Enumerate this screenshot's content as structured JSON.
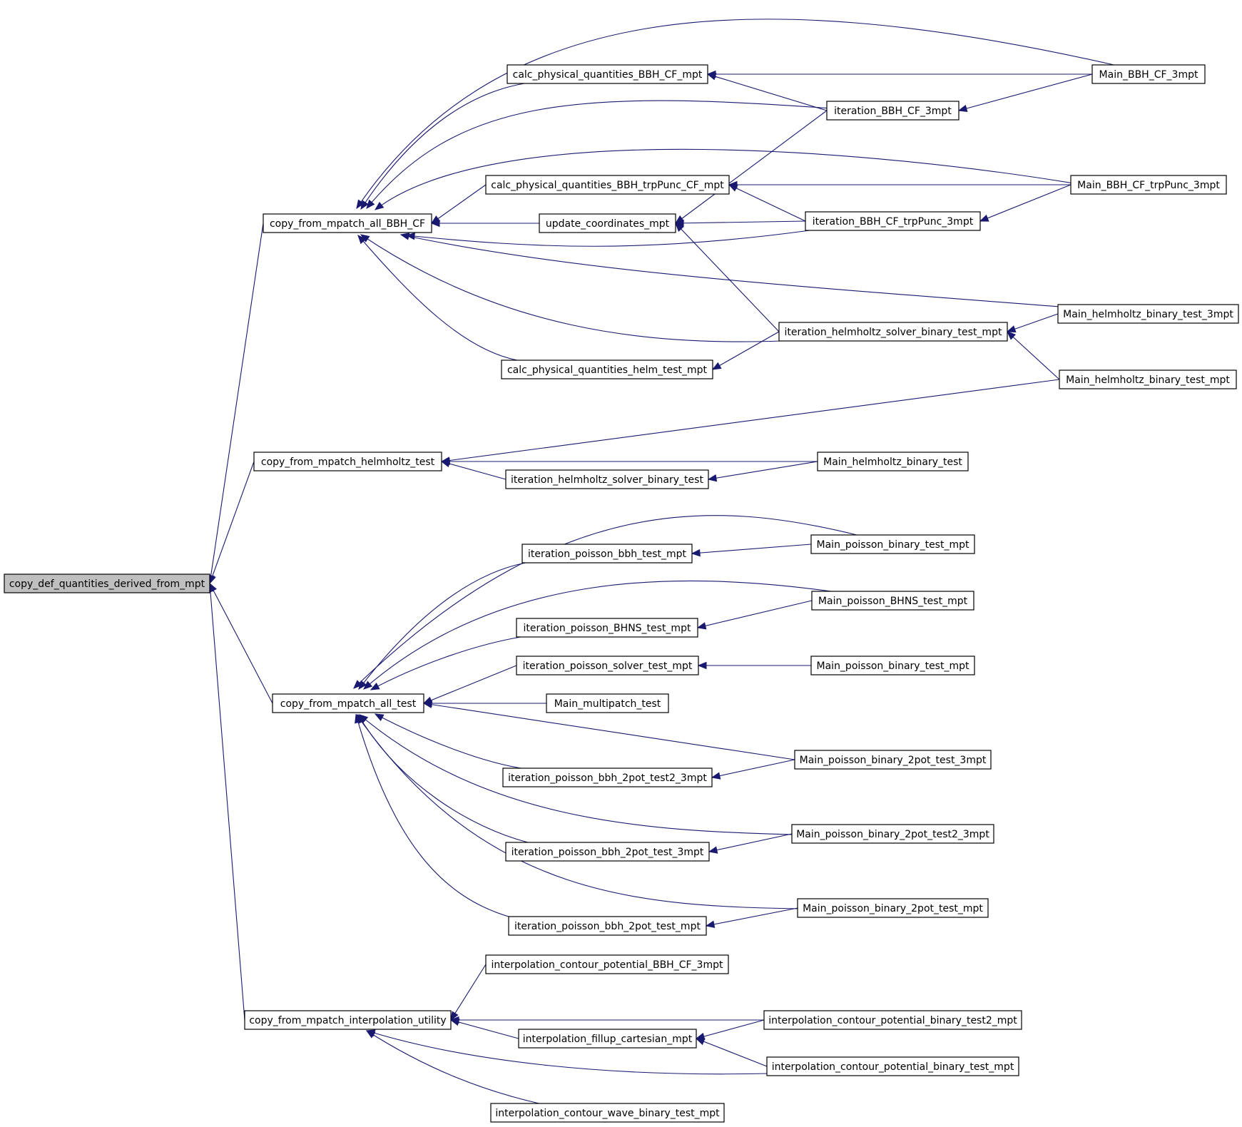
{
  "graph": {
    "colors": {
      "edge": "#191970",
      "root_fill": "#bfbfbf",
      "node_fill": "#ffffff",
      "node_border": "#000000"
    },
    "root": "copy_def_quantities_derived_from_mpt",
    "nodes": [
      {
        "id": "copy_def",
        "label": "copy_def_quantities_derived_from_mpt",
        "root": true
      },
      {
        "id": "cfm_all_bbh",
        "label": "copy_from_mpatch_all_BBH_CF"
      },
      {
        "id": "cfm_helm",
        "label": "copy_from_mpatch_helmholtz_test"
      },
      {
        "id": "cfm_all_test",
        "label": "copy_from_mpatch_all_test"
      },
      {
        "id": "cfm_interp",
        "label": "copy_from_mpatch_interpolation_utility"
      },
      {
        "id": "calc_bbh_cf",
        "label": "calc_physical_quantities_BBH_CF_mpt"
      },
      {
        "id": "calc_bbh_trp",
        "label": "calc_physical_quantities_BBH_trpPunc_CF_mpt"
      },
      {
        "id": "update_coords",
        "label": "update_coordinates_mpt"
      },
      {
        "id": "calc_helm",
        "label": "calc_physical_quantities_helm_test_mpt"
      },
      {
        "id": "iter_bbh_cf",
        "label": "iteration_BBH_CF_3mpt"
      },
      {
        "id": "iter_bbh_trp",
        "label": "iteration_BBH_CF_trpPunc_3mpt"
      },
      {
        "id": "iter_helm_mpt",
        "label": "iteration_helmholtz_solver_binary_test_mpt"
      },
      {
        "id": "main_bbh_cf",
        "label": "Main_BBH_CF_3mpt"
      },
      {
        "id": "main_bbh_trp",
        "label": "Main_BBH_CF_trpPunc_3mpt"
      },
      {
        "id": "main_helm_3mpt",
        "label": "Main_helmholtz_binary_test_3mpt"
      },
      {
        "id": "main_helm_mpt",
        "label": "Main_helmholtz_binary_test_mpt"
      },
      {
        "id": "iter_helm",
        "label": "iteration_helmholtz_solver_binary_test"
      },
      {
        "id": "main_helm",
        "label": "Main_helmholtz_binary_test"
      },
      {
        "id": "iter_pois_bbh",
        "label": "iteration_poisson_bbh_test_mpt"
      },
      {
        "id": "iter_pois_bhns",
        "label": "iteration_poisson_BHNS_test_mpt"
      },
      {
        "id": "iter_pois_solver",
        "label": "iteration_poisson_solver_test_mpt"
      },
      {
        "id": "main_multipatch",
        "label": "Main_multipatch_test"
      },
      {
        "id": "iter_pois_2pot2",
        "label": "iteration_poisson_bbh_2pot_test2_3mpt"
      },
      {
        "id": "iter_pois_2pot3",
        "label": "iteration_poisson_bbh_2pot_test_3mpt"
      },
      {
        "id": "iter_pois_2pot",
        "label": "iteration_poisson_bbh_2pot_test_mpt"
      },
      {
        "id": "main_pois_bin_a",
        "label": "Main_poisson_binary_test_mpt"
      },
      {
        "id": "main_pois_bhns",
        "label": "Main_poisson_BHNS_test_mpt"
      },
      {
        "id": "main_pois_bin_b",
        "label": "Main_poisson_binary_test_mpt"
      },
      {
        "id": "main_pois_2pot3",
        "label": "Main_poisson_binary_2pot_test_3mpt"
      },
      {
        "id": "main_pois_2pot2_3",
        "label": "Main_poisson_binary_2pot_test2_3mpt"
      },
      {
        "id": "main_pois_2pot",
        "label": "Main_poisson_binary_2pot_test_mpt"
      },
      {
        "id": "interp_contour_bbh",
        "label": "interpolation_contour_potential_BBH_CF_3mpt"
      },
      {
        "id": "interp_fillup",
        "label": "interpolation_fillup_cartesian_mpt"
      },
      {
        "id": "interp_wave",
        "label": "interpolation_contour_wave_binary_test_mpt"
      },
      {
        "id": "interp_contour_t2",
        "label": "interpolation_contour_potential_binary_test2_mpt"
      },
      {
        "id": "interp_contour_t",
        "label": "interpolation_contour_potential_binary_test_mpt"
      }
    ],
    "edges": [
      {
        "from": "cfm_all_bbh",
        "to": "copy_def"
      },
      {
        "from": "cfm_helm",
        "to": "copy_def"
      },
      {
        "from": "cfm_all_test",
        "to": "copy_def"
      },
      {
        "from": "cfm_interp",
        "to": "copy_def"
      },
      {
        "from": "calc_bbh_cf",
        "to": "cfm_all_bbh"
      },
      {
        "from": "main_bbh_cf",
        "to": "cfm_all_bbh"
      },
      {
        "from": "iter_bbh_cf",
        "to": "cfm_all_bbh"
      },
      {
        "from": "main_bbh_trp",
        "to": "cfm_all_bbh"
      },
      {
        "from": "calc_bbh_trp",
        "to": "cfm_all_bbh"
      },
      {
        "from": "update_coords",
        "to": "cfm_all_bbh"
      },
      {
        "from": "iter_bbh_trp",
        "to": "cfm_all_bbh"
      },
      {
        "from": "main_helm_3mpt",
        "to": "cfm_all_bbh"
      },
      {
        "from": "iter_helm_mpt",
        "to": "cfm_all_bbh"
      },
      {
        "from": "calc_helm",
        "to": "cfm_all_bbh"
      },
      {
        "from": "main_bbh_cf",
        "to": "calc_bbh_cf"
      },
      {
        "from": "iter_bbh_cf",
        "to": "calc_bbh_cf"
      },
      {
        "from": "main_bbh_cf",
        "to": "iter_bbh_cf"
      },
      {
        "from": "main_bbh_trp",
        "to": "calc_bbh_trp"
      },
      {
        "from": "iter_bbh_trp",
        "to": "calc_bbh_trp"
      },
      {
        "from": "iter_bbh_cf",
        "to": "update_coords"
      },
      {
        "from": "iter_bbh_trp",
        "to": "update_coords"
      },
      {
        "from": "iter_helm_mpt",
        "to": "update_coords"
      },
      {
        "from": "main_bbh_trp",
        "to": "iter_bbh_trp"
      },
      {
        "from": "main_helm_3mpt",
        "to": "iter_helm_mpt"
      },
      {
        "from": "main_helm_mpt",
        "to": "iter_helm_mpt"
      },
      {
        "from": "iter_helm_mpt",
        "to": "calc_helm"
      },
      {
        "from": "main_helm_mpt",
        "to": "cfm_helm"
      },
      {
        "from": "main_helm",
        "to": "cfm_helm"
      },
      {
        "from": "iter_helm",
        "to": "cfm_helm"
      },
      {
        "from": "main_helm",
        "to": "iter_helm"
      },
      {
        "from": "main_pois_bin_a",
        "to": "cfm_all_test"
      },
      {
        "from": "iter_pois_bbh",
        "to": "cfm_all_test"
      },
      {
        "from": "main_pois_bhns",
        "to": "cfm_all_test"
      },
      {
        "from": "iter_pois_bhns",
        "to": "cfm_all_test"
      },
      {
        "from": "iter_pois_solver",
        "to": "cfm_all_test"
      },
      {
        "from": "main_multipatch",
        "to": "cfm_all_test"
      },
      {
        "from": "main_pois_2pot3",
        "to": "cfm_all_test"
      },
      {
        "from": "iter_pois_2pot2",
        "to": "cfm_all_test"
      },
      {
        "from": "main_pois_2pot2_3",
        "to": "cfm_all_test"
      },
      {
        "from": "iter_pois_2pot3",
        "to": "cfm_all_test"
      },
      {
        "from": "main_pois_2pot",
        "to": "cfm_all_test"
      },
      {
        "from": "iter_pois_2pot",
        "to": "cfm_all_test"
      },
      {
        "from": "main_pois_bin_a",
        "to": "iter_pois_bbh"
      },
      {
        "from": "main_pois_bhns",
        "to": "iter_pois_bhns"
      },
      {
        "from": "main_pois_bin_b",
        "to": "iter_pois_solver"
      },
      {
        "from": "main_pois_2pot3",
        "to": "iter_pois_2pot2"
      },
      {
        "from": "main_pois_2pot2_3",
        "to": "iter_pois_2pot3"
      },
      {
        "from": "main_pois_2pot",
        "to": "iter_pois_2pot"
      },
      {
        "from": "interp_contour_bbh",
        "to": "cfm_interp"
      },
      {
        "from": "interp_contour_t2",
        "to": "cfm_interp"
      },
      {
        "from": "interp_fillup",
        "to": "cfm_interp"
      },
      {
        "from": "interp_contour_t",
        "to": "cfm_interp"
      },
      {
        "from": "interp_wave",
        "to": "cfm_interp"
      },
      {
        "from": "interp_contour_t2",
        "to": "interp_fillup"
      },
      {
        "from": "interp_contour_t",
        "to": "interp_fillup"
      }
    ]
  }
}
